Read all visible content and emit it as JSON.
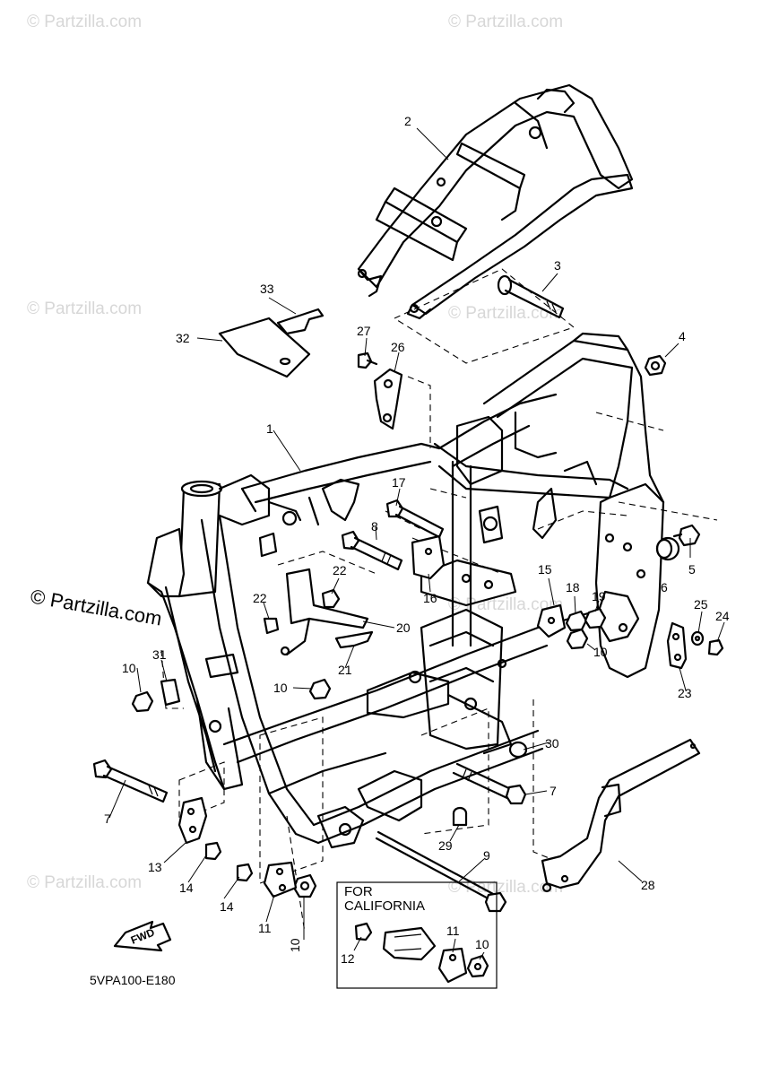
{
  "watermark": {
    "text": "© Partzilla.com"
  },
  "callouts": [
    "1",
    "2",
    "3",
    "4",
    "5",
    "6",
    "7",
    "8",
    "9",
    "10",
    "11",
    "12",
    "13",
    "14",
    "15",
    "16",
    "17",
    "18",
    "19",
    "20",
    "21",
    "22",
    "23",
    "24",
    "25",
    "26",
    "27",
    "28",
    "29",
    "30",
    "31",
    "32",
    "33"
  ],
  "california_box": {
    "line1": "FOR",
    "line2": "CALIFORNIA"
  },
  "fwd_arrow": {
    "label": "FWD"
  },
  "diagram_code": "5VPA100-E180"
}
